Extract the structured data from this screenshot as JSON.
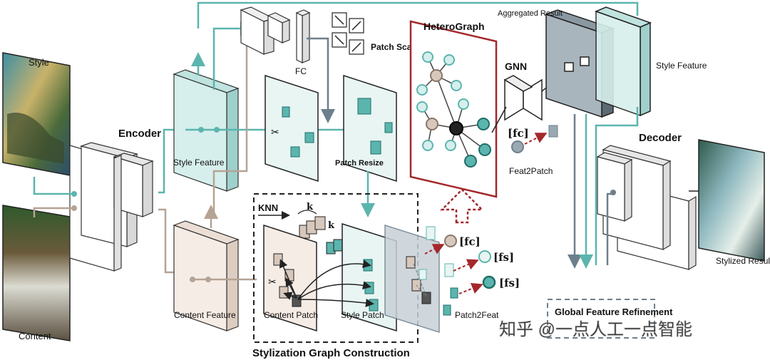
{
  "labels": {
    "style": "Style",
    "content": "Content",
    "encoder": "Encoder",
    "style_feature": "Style Feature",
    "content_feature": "Content Feature",
    "fc": "FC",
    "patch_scale": "Patch Scale",
    "patch_resize": "Patch Resize",
    "knn": "KNN",
    "k1": "k",
    "k2": "k",
    "content_patch": "Content Patch",
    "style_patch": "Style Patch",
    "stylization_graph": "Stylization Graph Construction",
    "heterograph": "HeteroGraph",
    "gnn": "GNN",
    "aggregated_result": "Aggregated Result",
    "style_feature_right": "Style Feature",
    "decoder": "Decoder",
    "stylized_result": "Stylized Result",
    "fc_token": "[fc]",
    "fc_token2": "[fc]",
    "fs_token1": "[fs]",
    "fs_token2": "[fs]",
    "feat2patch": "Feat2Patch",
    "patch2feat": "Patch2Feat",
    "global_refinement": "Global Feature Refinement",
    "watermark": "知乎 @一点人工一点智能"
  },
  "colors": {
    "teal": "#5bb5ae",
    "teal_dark": "#1f6e68",
    "teal_light": "#d6efec",
    "beige": "#b5a394",
    "beige_light": "#f6ece6",
    "maroon": "#a3282b",
    "slate": "#6d7f8c",
    "slate_dark": "#4b5864"
  }
}
